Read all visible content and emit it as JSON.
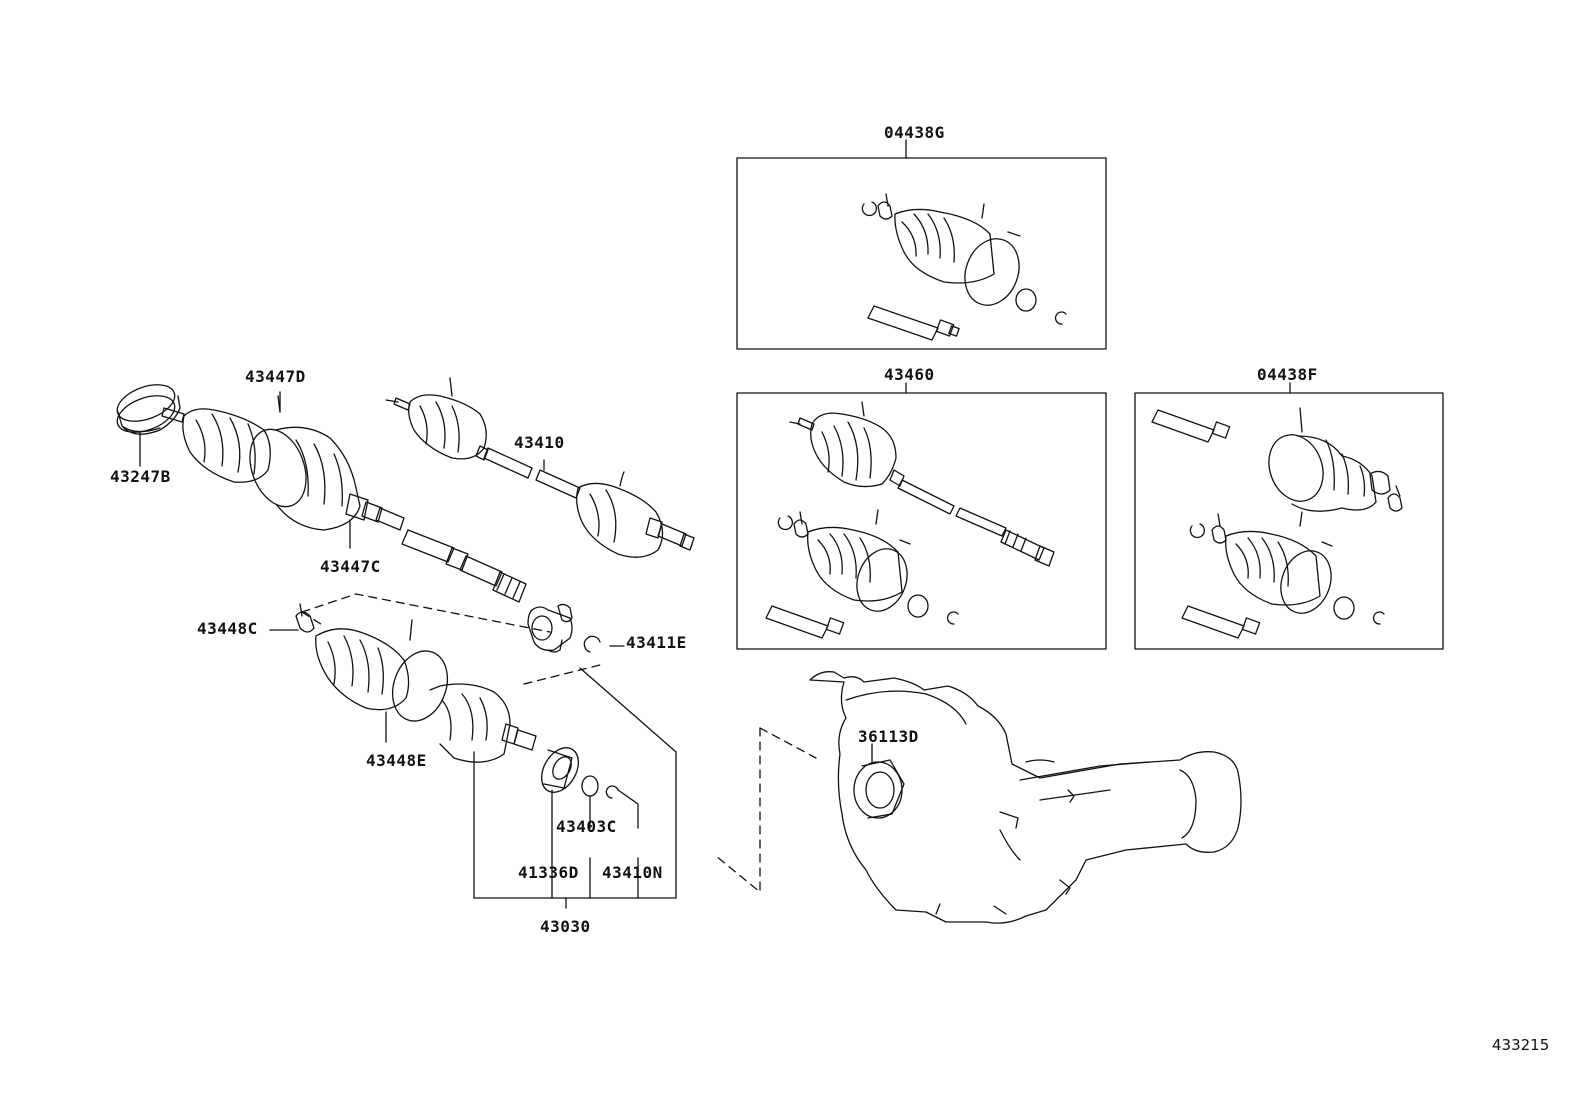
{
  "parts": {
    "p04438G": "04438G",
    "p43460": "43460",
    "p04438F": "04438F",
    "p43447D": "43447D",
    "p43247B": "43247B",
    "p43410": "43410",
    "p43447C": "43447C",
    "p43448C": "43448C",
    "p43411E": "43411E",
    "p36113D": "36113D",
    "p43448E": "43448E",
    "p43403C": "43403C",
    "p41336D": "41336D",
    "p43410N": "43410N",
    "p43030": "43030"
  },
  "diagram_ref": "433215",
  "colors": {
    "line": "#111111",
    "background": "#ffffff"
  }
}
